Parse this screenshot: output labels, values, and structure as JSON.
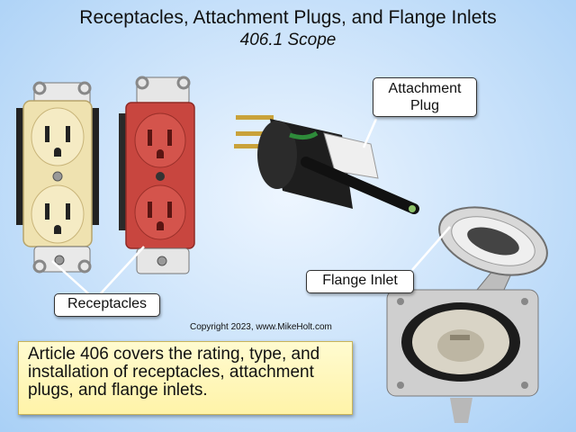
{
  "title": "Receptacles, Attachment Plugs, and Flange Inlets",
  "subtitle": "406.1 Scope",
  "callouts": {
    "attachment_plug": {
      "line1": "Attachment",
      "line2": "Plug"
    },
    "flange_inlet": "Flange Inlet",
    "receptacles": "Receptacles"
  },
  "copyright": "Copyright 2023, www.MikeHolt.com",
  "article_text": "Article 406 covers the rating, type, and installation of receptacles, attachment plugs, and flange inlets.",
  "colors": {
    "ivory_receptacle": "#efe2b0",
    "red_receptacle": "#c8463f",
    "note_fill": "#fff6b8",
    "background": "#bcdcf8"
  },
  "icons": [
    "ivory-receptacle-image",
    "red-receptacle-image",
    "attachment-plug-image",
    "flange-inlet-image"
  ]
}
